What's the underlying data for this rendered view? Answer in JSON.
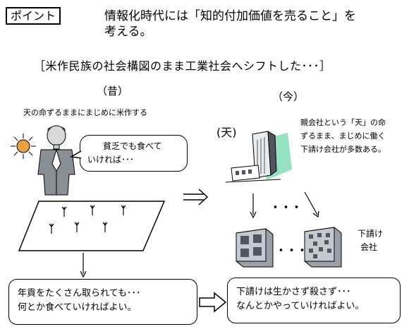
{
  "header": {
    "tag": "ポイント",
    "line1": "情報化時代には「知的付加価値を売ること」を",
    "line2": "考える。"
  },
  "subtitle": "［米作民族の社会構図のまま工業社会へシフトした･･･］",
  "past": {
    "label": "（昔）",
    "caption": "天の命ずるままにまじめに米作する",
    "bubble_line1": "貧乏でも食べて",
    "bubble_line2": "いければ･･･"
  },
  "present": {
    "label": "（今）",
    "heaven_label": "(天)",
    "note_line1": "親会社という「天」の命",
    "note_line2": "ずるまま、まじめに働く",
    "note_line3": "下請け会社が多数ある。",
    "dots_top": "･･･",
    "dots_mid": "･･･",
    "sub_label_line1": "下請け",
    "sub_label_line2": "会社"
  },
  "bottom_left": {
    "line1": "年貢をたくさん取られても･･･",
    "line2": "何とか食べていければよい。"
  },
  "bottom_right": {
    "line1": "下請けは生かさず殺さず･･･",
    "line2": "なんとかやっていければよい。"
  },
  "colors": {
    "sun": "#e8a040",
    "glow": "#40c890",
    "building": "#505560",
    "factory": "#9aa0aa"
  }
}
